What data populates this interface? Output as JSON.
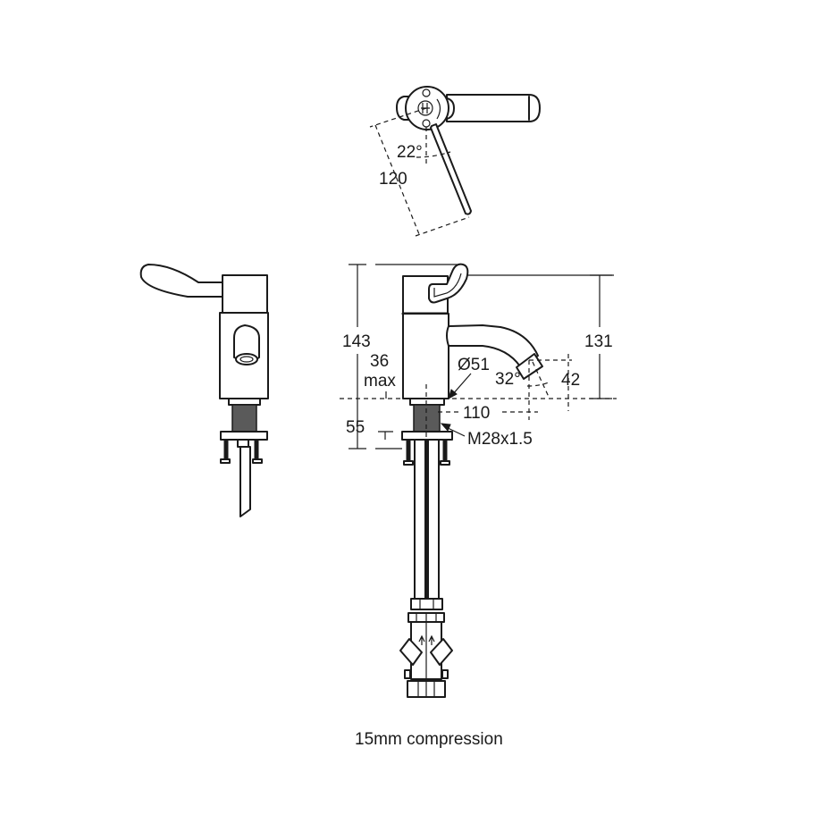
{
  "diagram": {
    "title": "Lever tap technical drawing",
    "caption": "15mm compression",
    "top_view": {
      "angle_label": "22°",
      "lever_length_label": "120"
    },
    "front_view": {
      "overall_height_label": "143",
      "spout_height_label": "131",
      "deck_thickness_label_line1": "36",
      "deck_thickness_label_line2": "max",
      "base_diameter_label": "Ø51",
      "spout_angle_label": "32°",
      "outlet_height_label": "42",
      "spout_reach_label": "110",
      "shank_length_label": "55",
      "thread_label": "M28x1.5"
    },
    "colors": {
      "line": "#1a1a1a",
      "thread_fill": "#5a5a5a",
      "background": "#ffffff"
    }
  }
}
